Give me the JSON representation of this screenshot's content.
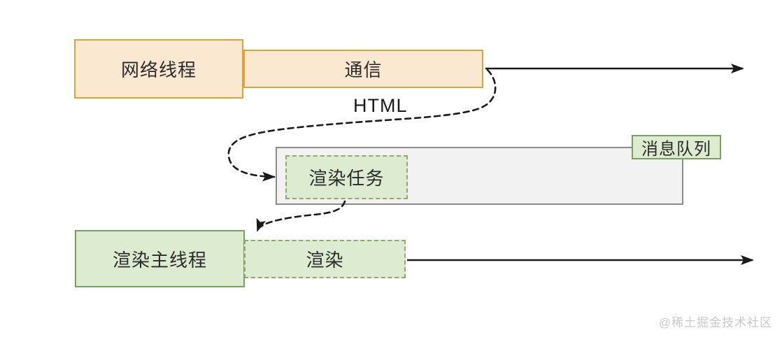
{
  "diagram": {
    "network_thread_label": "网络线程",
    "communication_label": "通信",
    "html_label": "HTML",
    "message_queue_label": "消息队列",
    "render_task_label": "渲染任务",
    "render_main_thread_label": "渲染主线程",
    "render_label": "渲染"
  },
  "watermark": "@稀土掘金技术社区",
  "colors": {
    "orange_fill": "#FAE8D1",
    "orange_border": "#D9A43C",
    "green_fill": "#DDEBD1",
    "green_border_solid": "#76A35A",
    "green_border_dashed": "#8FA968",
    "queue_fill": "#F2F2F2",
    "queue_border": "#8C8C8C",
    "arrow_color": "#1A1A1A",
    "text_color": "#2B2B2B",
    "watermark_color": "#C9C9C9"
  }
}
